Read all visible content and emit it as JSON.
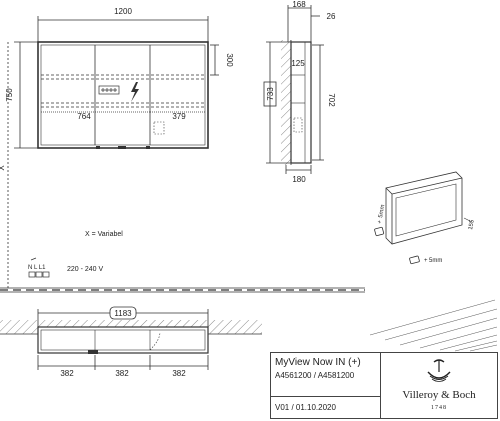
{
  "front_view": {
    "width_label": "1200",
    "height_label": "750",
    "shelf_height_label": "300",
    "door_left_label": "764",
    "door_right_label": "379",
    "x_marker": "X"
  },
  "side_view": {
    "depth_top_label": "168",
    "recess_label": "26",
    "inner_label": "125",
    "total_height_label": "733",
    "inner_height_label": "702",
    "depth_bottom_label": "180"
  },
  "iso_view": {
    "gap_side_label": "5mm",
    "gap_bottom_label": "5mm",
    "side_value_label": "155"
  },
  "notes": {
    "variable_note": "X = Variabel",
    "electrical_terminals": "N  L L1",
    "voltage": "220 - 240 V"
  },
  "plan_view": {
    "width_label": "1183",
    "segment_labels": [
      "382",
      "382",
      "382"
    ]
  },
  "title_block": {
    "product": "MyView Now IN (+)",
    "articles": "A4561200 / A4581200",
    "version": "V01 / 01.10.2020",
    "brand": "Villeroy & Boch",
    "brand_year": "1748"
  },
  "colors": {
    "line": "#333333",
    "hatch": "#555555",
    "paper": "#ffffff"
  }
}
